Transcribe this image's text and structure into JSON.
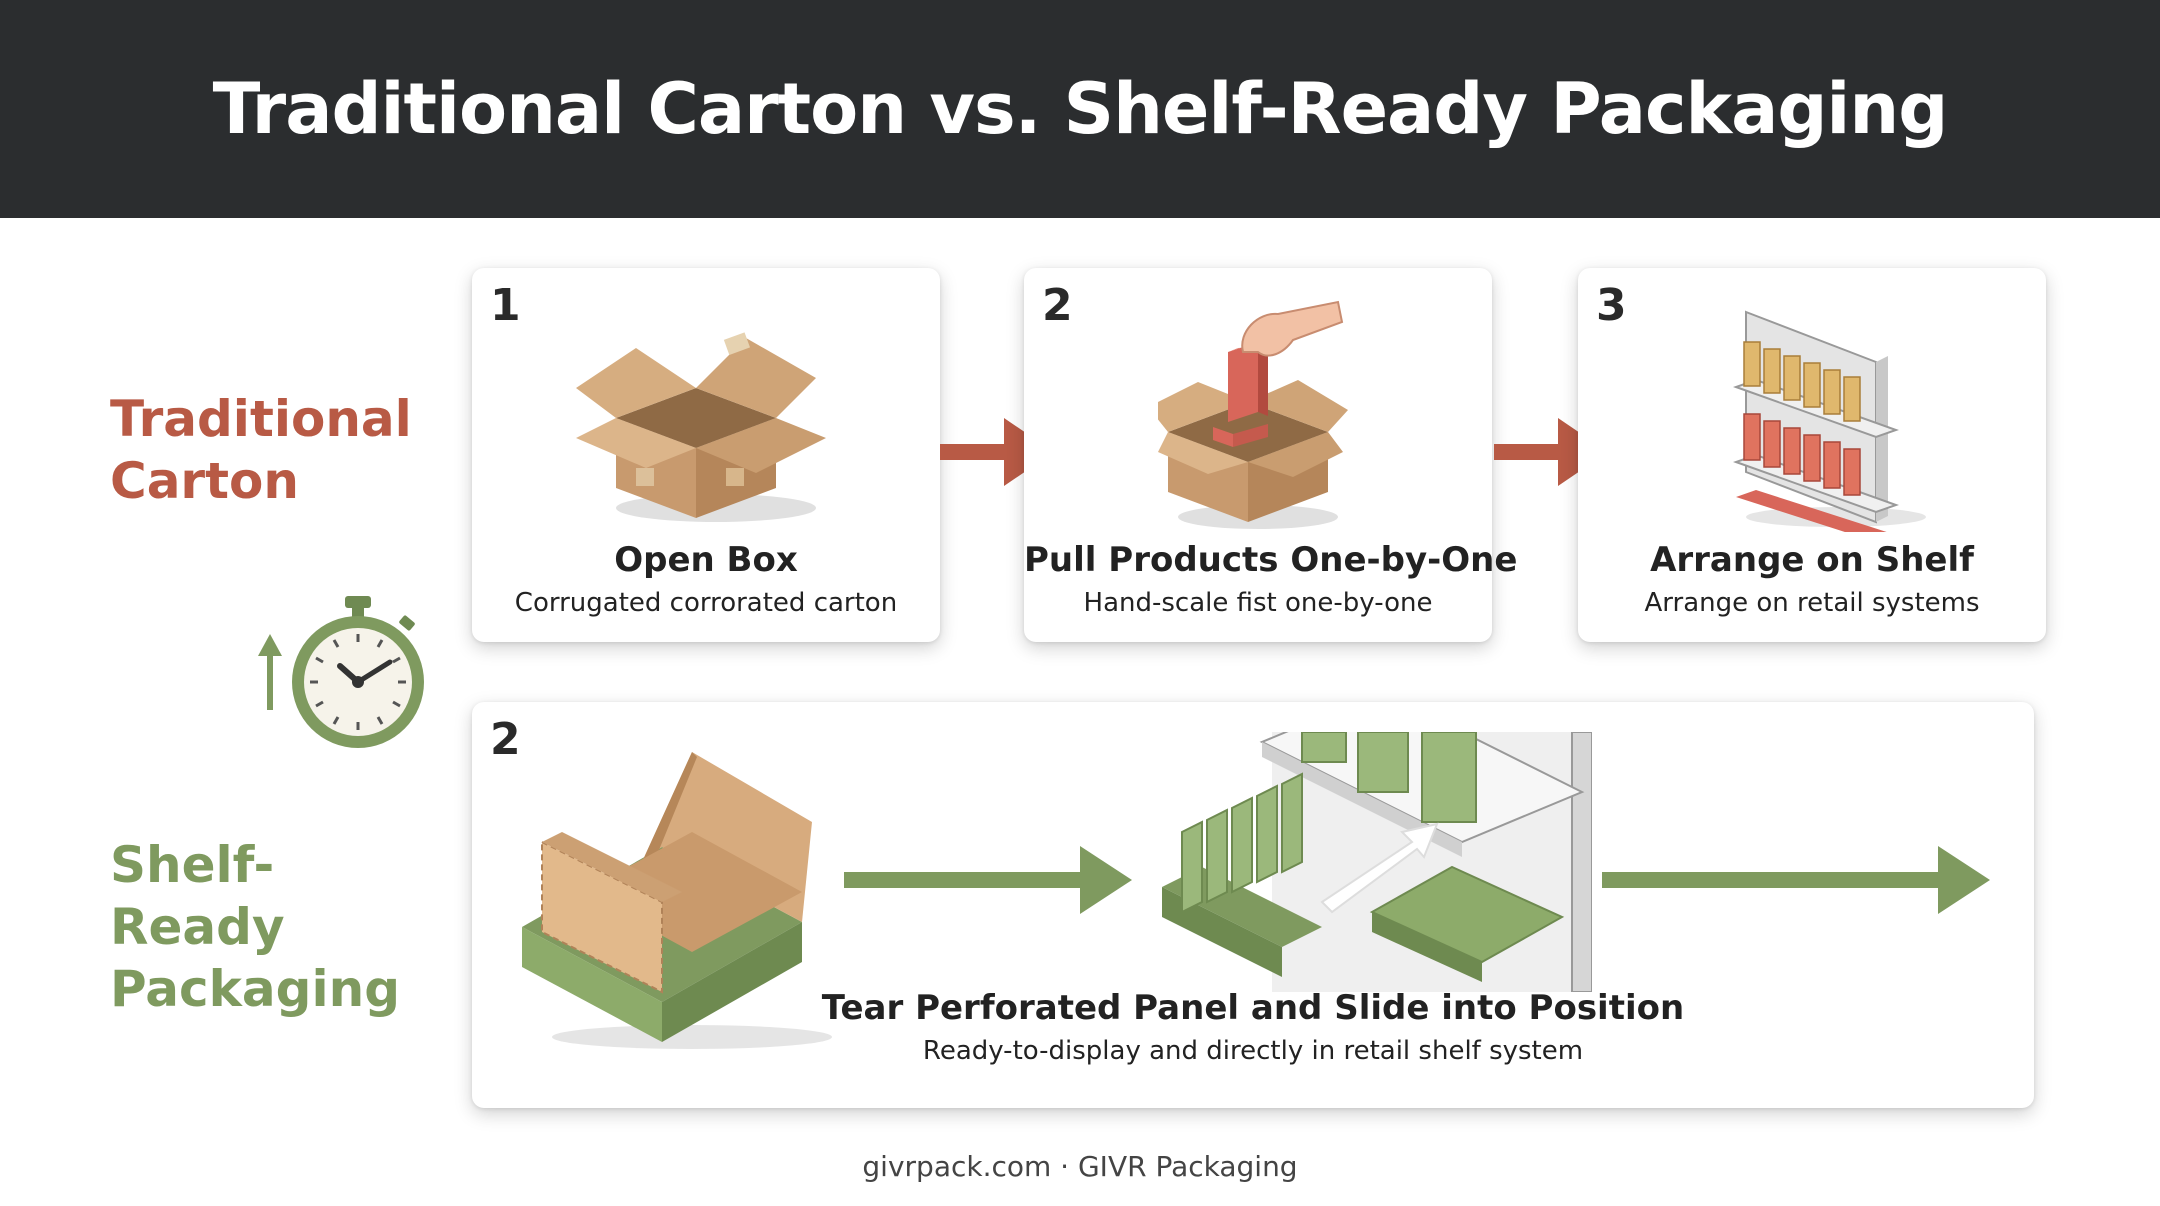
{
  "header": {
    "title": "Traditional Carton vs. Shelf-Ready Packaging"
  },
  "rows": {
    "traditional": {
      "label_line1": "Traditional",
      "label_line2": "Carton"
    },
    "shelf_ready": {
      "label_line1": "Shelf-Ready",
      "label_line2": "Packaging"
    }
  },
  "steps": [
    {
      "number": "1",
      "title": "Open Box",
      "subtitle": "Corrugated corrorated carton",
      "icon": "open-box-icon"
    },
    {
      "number": "2",
      "title": "Pull Products One-by-One",
      "subtitle": "Hand-scale fist one-by-one",
      "icon": "hand-pulling-product-icon"
    },
    {
      "number": "3",
      "title": "Arrange on Shelf",
      "subtitle": "Arrange on retail systems",
      "icon": "shelf-with-products-icon"
    }
  ],
  "srp_step": {
    "number": "2",
    "title": "Tear Perforated Panel and Slide into Position",
    "subtitle": "Ready-to-display and directly in retail shelf system",
    "icons": [
      "srp-tray-icon",
      "srp-shelf-icon"
    ]
  },
  "timer_icon": "stopwatch-icon",
  "colors": {
    "header_bg": "#2b2d2f",
    "traditional": "#b85a45",
    "shelf_ready": "#7f9a5f",
    "cardboard": "#c9a27a"
  },
  "footer": {
    "text": "givrpack.com · GIVR Packaging"
  }
}
